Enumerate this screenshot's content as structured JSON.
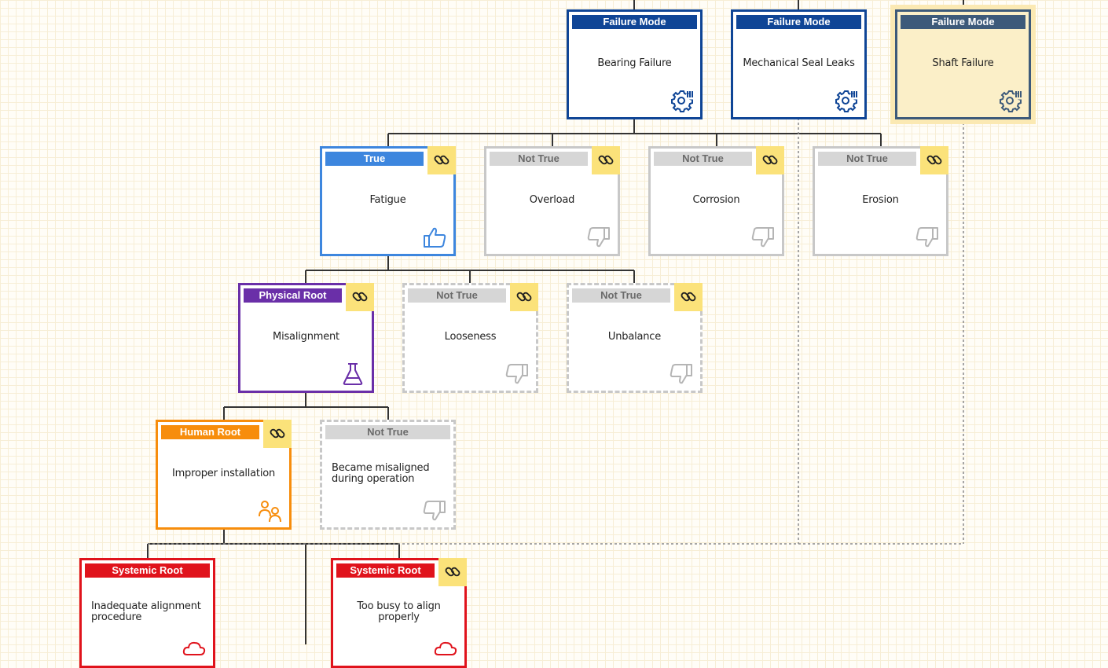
{
  "colors": {
    "failure_mode": "#0f4596",
    "failure_mode_selected": "#3d5a7a",
    "true": "#3d86de",
    "not_true": "#c8c8c8",
    "physical_root": "#6a2fa8",
    "human_root": "#f78d0c",
    "systemic_root": "#e0131c",
    "link_badge": "#fbe27a",
    "selected_fill": "#fbefc8",
    "connector": "#333333",
    "dashed_connector": "#8a8a8a"
  },
  "nodes": {
    "bearing_failure": {
      "header": "Failure Mode",
      "title": "Bearing Failure",
      "icon": "gear-chart-icon"
    },
    "mechanical_seal_leaks": {
      "header": "Failure Mode",
      "title": "Mechanical Seal Leaks",
      "icon": "gear-chart-icon"
    },
    "shaft_failure": {
      "header": "Failure Mode",
      "title": "Shaft Failure",
      "icon": "gear-chart-icon"
    },
    "fatigue": {
      "header": "True",
      "title": "Fatigue",
      "icon": "thumbs-up-icon"
    },
    "overload": {
      "header": "Not True",
      "title": "Overload",
      "icon": "thumbs-down-icon"
    },
    "corrosion": {
      "header": "Not True",
      "title": "Corrosion",
      "icon": "thumbs-down-icon"
    },
    "erosion": {
      "header": "Not True",
      "title": "Erosion",
      "icon": "thumbs-down-icon"
    },
    "misalignment": {
      "header": "Physical Root",
      "title": "Misalignment",
      "icon": "flask-icon"
    },
    "looseness": {
      "header": "Not True",
      "title": "Looseness",
      "icon": "thumbs-down-icon"
    },
    "unbalance": {
      "header": "Not True",
      "title": "Unbalance",
      "icon": "thumbs-down-icon"
    },
    "improper_installation": {
      "header": "Human Root",
      "title": "Improper installation",
      "icon": "people-icon"
    },
    "became_misaligned": {
      "header": "Not True",
      "title": "Became misaligned during operation",
      "icon": "thumbs-down-icon"
    },
    "inadequate_procedure": {
      "header": "Systemic Root",
      "title": "Inadequate alignment procedure",
      "icon": "cloud-icon"
    },
    "too_busy": {
      "header": "Systemic Root",
      "title": "Too busy to align properly",
      "icon": "cloud-icon"
    }
  }
}
